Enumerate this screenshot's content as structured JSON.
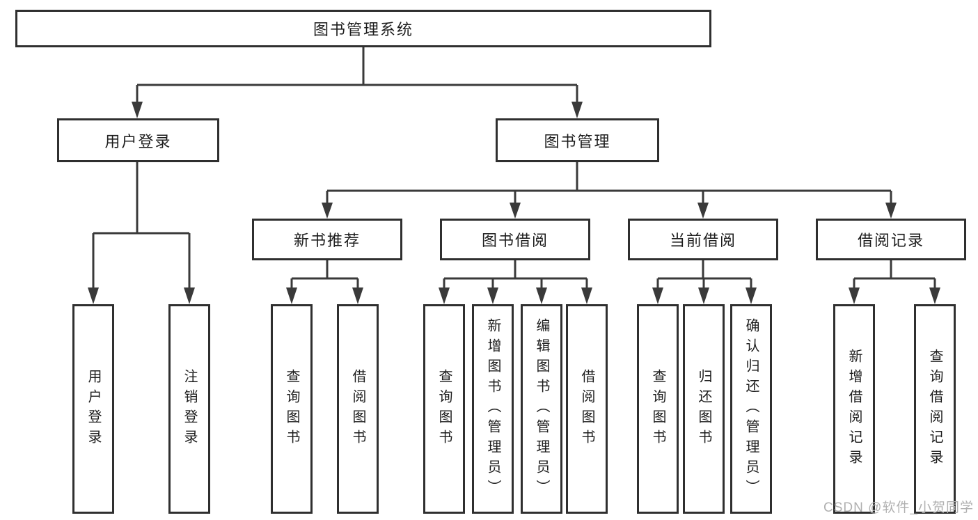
{
  "diagram": {
    "root": {
      "label": "图书管理系统"
    },
    "level2": [
      {
        "label": "用户登录"
      },
      {
        "label": "图书管理"
      }
    ],
    "level3": [
      {
        "label": "新书推荐"
      },
      {
        "label": "图书借阅"
      },
      {
        "label": "当前借阅"
      },
      {
        "label": "借阅记录"
      }
    ],
    "leaves": {
      "user_login": [
        "用户登录",
        "注销登录"
      ],
      "new_book_recommendation": [
        "查询图书",
        "借阅图书"
      ],
      "book_borrowing": [
        "查询图书",
        "新增图书（管理员）",
        "编辑图书（管理员）",
        "借阅图书"
      ],
      "current_borrowing": [
        "查询图书",
        "归还图书",
        "确认归还（管理员）"
      ],
      "borrowing_records": [
        "新增借阅记录",
        "查询借阅记录"
      ]
    },
    "watermark": "CSDN @软件_小贺同学",
    "colors": {
      "line": "#3a3a3a",
      "border": "#2f2f2f",
      "text": "#1d1d1d",
      "watermark": "#b0b0b0",
      "background": "#ffffff"
    }
  }
}
